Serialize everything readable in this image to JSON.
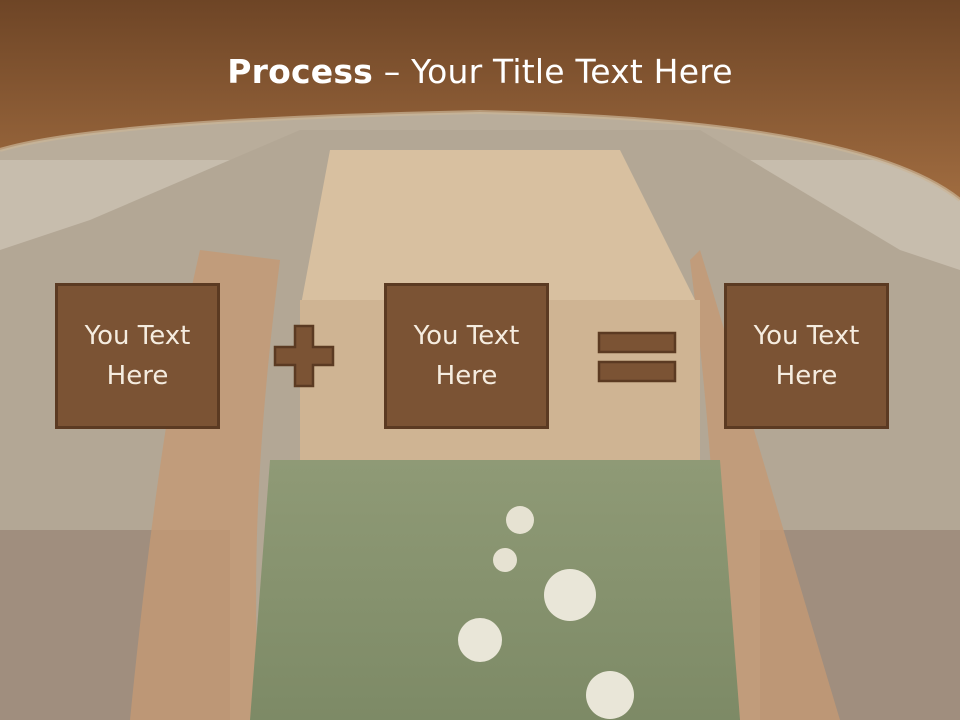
{
  "title": {
    "bold": "Process",
    "rest": " – Your Title Text Here"
  },
  "boxes": [
    {
      "line1": "You Text",
      "line2": "Here"
    },
    {
      "line1": "You Text",
      "line2": "Here"
    },
    {
      "line1": "You Text",
      "line2": "Here"
    }
  ],
  "operators": {
    "first": "plus-icon",
    "second": "equals-icon"
  },
  "colors": {
    "header": "#7a4f2c",
    "box_fill": "#7b5334",
    "box_border": "#5b3a22",
    "text": "#ffffff"
  }
}
